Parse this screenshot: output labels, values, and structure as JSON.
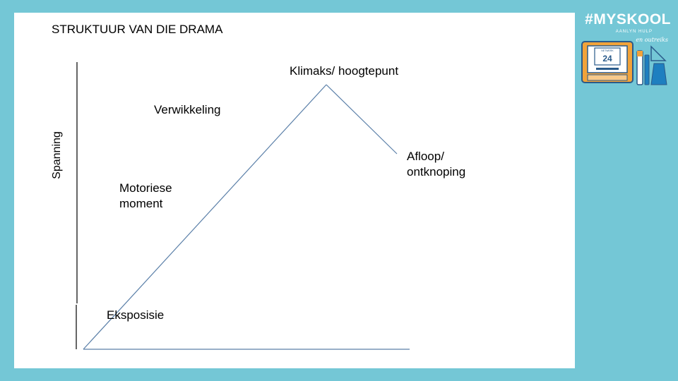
{
  "title": "STRUKTUUR VAN DIE DRAMA",
  "y_axis_label": "Spanning",
  "labels": {
    "klimaks": "Klimaks/ hoogtepunt",
    "verwikkeling": "Verwikkeling",
    "afloop": "Afloop/\nontknoping",
    "motoriese": "Motoriese\nmoment",
    "eksposisie": "Eksposisie"
  },
  "branding": {
    "title": "#MYSKOOL",
    "subtitle": "AANLYN HULP",
    "script": "en outreiks",
    "calendar_label": "NETWERK",
    "calendar_number": "24"
  },
  "colors": {
    "background": "#74c7d6",
    "slide": "#ffffff",
    "line": "#5a7fa8",
    "axis": "#000000",
    "brand_outline": "#2a5a8a",
    "brand_orange": "#f2a33a",
    "brand_blue": "#1e7fc0"
  }
}
